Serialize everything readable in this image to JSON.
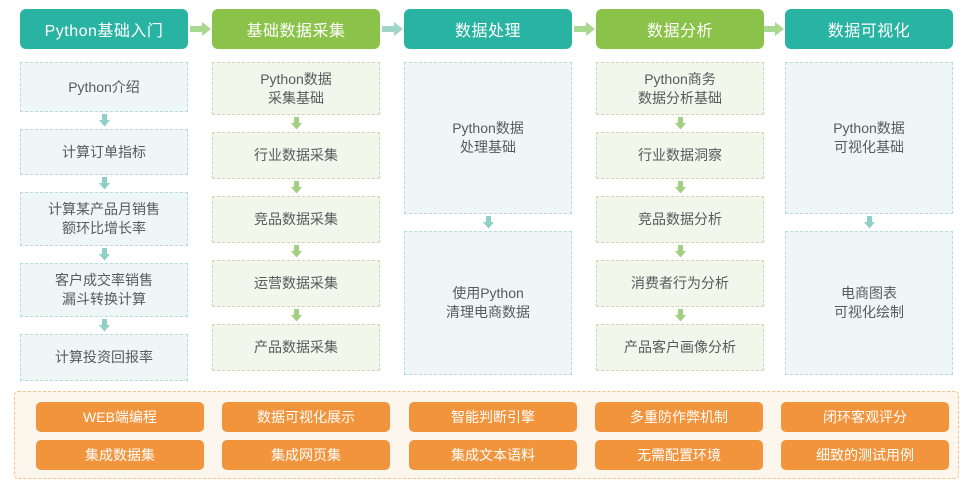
{
  "colors": {
    "teal": "#29b3a3",
    "green": "#8bc34a",
    "orange": "#f2943c",
    "teal_box_bg": "#eef7f6",
    "teal_box_border": "#b9dcd8",
    "green_box_bg": "#f3f6ea",
    "green_box_border": "#cfd9b6",
    "band_bg": "#fdf6ec",
    "band_border": "#f2c288",
    "text": "#555b5e"
  },
  "columns": [
    {
      "header": "Python基础入门",
      "theme": "teal",
      "topics": [
        {
          "lines": [
            "Python介绍"
          ],
          "height": 50
        },
        {
          "lines": [
            "计算订单指标"
          ],
          "height": 46
        },
        {
          "lines": [
            "计算某产品月销售",
            "额环比增长率"
          ],
          "height": 54
        },
        {
          "lines": [
            "客户成交率销售",
            "漏斗转换计算"
          ],
          "height": 54
        },
        {
          "lines": [
            "计算投资回报率"
          ],
          "height": 47
        }
      ]
    },
    {
      "header": "基础数据采集",
      "theme": "green",
      "topics": [
        {
          "lines": [
            "Python数据",
            "采集基础"
          ],
          "height": 53
        },
        {
          "lines": [
            "行业数据采集"
          ],
          "height": 47
        },
        {
          "lines": [
            "竞品数据采集"
          ],
          "height": 47
        },
        {
          "lines": [
            "运营数据采集"
          ],
          "height": 47
        },
        {
          "lines": [
            "产品数据采集"
          ],
          "height": 47
        }
      ]
    },
    {
      "header": "数据处理",
      "theme": "teal",
      "topics": [
        {
          "lines": [
            "Python数据",
            "处理基础"
          ],
          "height": 152
        },
        {
          "lines": [
            "使用Python",
            "清理电商数据"
          ],
          "height": 144
        }
      ]
    },
    {
      "header": "数据分析",
      "theme": "green",
      "topics": [
        {
          "lines": [
            "Python商务",
            "数据分析基础"
          ],
          "height": 53
        },
        {
          "lines": [
            "行业数据洞察"
          ],
          "height": 47
        },
        {
          "lines": [
            "竞品数据分析"
          ],
          "height": 47
        },
        {
          "lines": [
            "消费者行为分析"
          ],
          "height": 47
        },
        {
          "lines": [
            "产品客户画像分析"
          ],
          "height": 47
        }
      ]
    },
    {
      "header": "数据可视化",
      "theme": "teal",
      "topics": [
        {
          "lines": [
            "Python数据",
            "可视化基础"
          ],
          "height": 152
        },
        {
          "lines": [
            "电商图表",
            "可视化绘制"
          ],
          "height": 144
        }
      ]
    }
  ],
  "feature_band": {
    "columns": [
      {
        "pills": [
          "WEB端编程",
          "集成数据集"
        ]
      },
      {
        "pills": [
          "数据可视化展示",
          "集成网页集"
        ]
      },
      {
        "pills": [
          "智能判断引擎",
          "集成文本语料"
        ]
      },
      {
        "pills": [
          "多重防作弊机制",
          "无需配置环境"
        ]
      },
      {
        "pills": [
          "闭环客观评分",
          "细致的测试用例"
        ]
      }
    ]
  },
  "flow_arrows": {
    "horizontal_count": 4,
    "icon": "arrow-right-icon",
    "vertical_icon": "arrow-down-icon"
  }
}
